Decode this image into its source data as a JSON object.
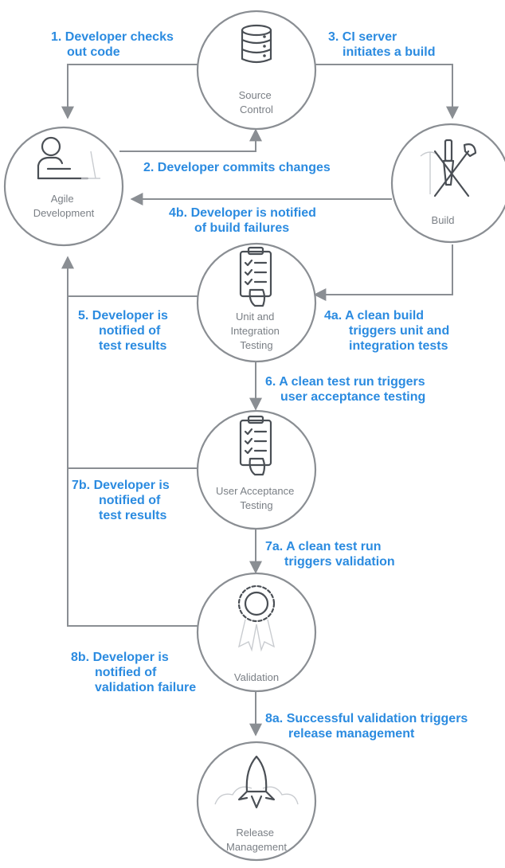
{
  "nodes": {
    "source_control": [
      "Source",
      "Control"
    ],
    "agile_development": [
      "Agile",
      "Development"
    ],
    "build": [
      "Build"
    ],
    "unit_integration_testing": [
      "Unit and",
      "Integration",
      "Testing"
    ],
    "user_acceptance_testing": [
      "User Acceptance",
      "Testing"
    ],
    "validation": [
      "Validation"
    ],
    "release_management": [
      "Release",
      "Management"
    ]
  },
  "steps": {
    "s1": [
      "1. Developer checks",
      "out code"
    ],
    "s2": [
      "2. Developer commits changes"
    ],
    "s3": [
      "3. CI server",
      "initiates a build"
    ],
    "s4b": [
      "4b. Developer is notified",
      "of build failures"
    ],
    "s4a": [
      "4a. A clean build",
      "triggers unit and",
      "integration tests"
    ],
    "s5": [
      "5. Developer is",
      "notified of",
      "test results"
    ],
    "s6": [
      "6. A clean test run triggers",
      "user acceptance testing"
    ],
    "s7b": [
      "7b. Developer is",
      "notified of",
      "test results"
    ],
    "s7a": [
      "7a. A clean test run",
      "triggers validation"
    ],
    "s8b": [
      "8b. Developer is",
      "notified of",
      "validation failure"
    ],
    "s8a": [
      "8a. Successful validation triggers",
      "release management"
    ]
  },
  "colors": {
    "label": "#2b8be0",
    "node_stroke": "#8a8e93",
    "node_text": "#7a7f85",
    "icon": "#4a4f55"
  },
  "icons": [
    "database-icon",
    "person-at-desk-icon",
    "hammer-wrench-icon",
    "checklist-icon",
    "checklist-icon",
    "award-seal-icon",
    "rocket-icon"
  ]
}
